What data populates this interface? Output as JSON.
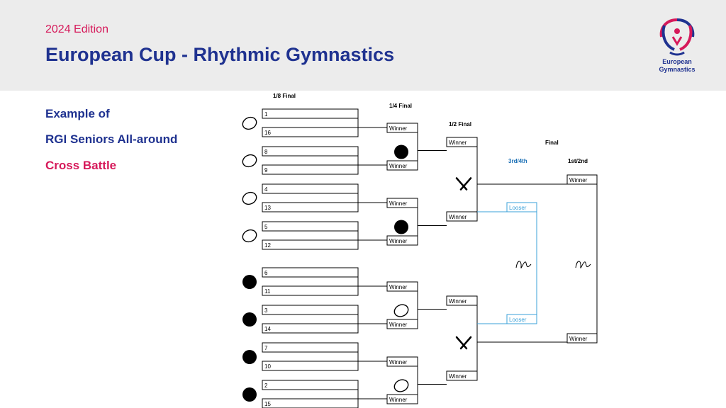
{
  "header": {
    "edition": "2024 Edition",
    "title": "European Cup - Rhythmic Gymnastics",
    "logo_line1": "European",
    "logo_line2": "Gymnastics"
  },
  "sidebar": {
    "line1": "Example of",
    "line2": "RGI Seniors All-around",
    "line3": "Cross Battle"
  },
  "rounds": {
    "r16": "1/8 Final",
    "qf": "1/4 Final",
    "sf": "1/2 Final",
    "final": "Final",
    "third": "3rd/4th",
    "first": "1st/2nd"
  },
  "seeds": [
    [
      "1",
      "16"
    ],
    [
      "8",
      "9"
    ],
    [
      "4",
      "13"
    ],
    [
      "5",
      "12"
    ],
    [
      "6",
      "11"
    ],
    [
      "3",
      "14"
    ],
    [
      "7",
      "10"
    ],
    [
      "2",
      "15"
    ]
  ],
  "apparatus": {
    "r16": [
      "hoop",
      "hoop",
      "hoop",
      "hoop",
      "ball",
      "ball",
      "ball",
      "ball"
    ],
    "qf": [
      "ball",
      "ball",
      "hoop",
      "hoop"
    ],
    "sf": [
      "clubs",
      "clubs"
    ],
    "final": [
      "ribbon",
      "ribbon"
    ]
  },
  "labels": {
    "winner": "Winner",
    "looser": "Looser"
  },
  "colors": {
    "accent_blue": "#1f3290",
    "accent_pink": "#d6195a",
    "looser_line": "#3aa0d8",
    "third_label": "#1a6fb5"
  }
}
